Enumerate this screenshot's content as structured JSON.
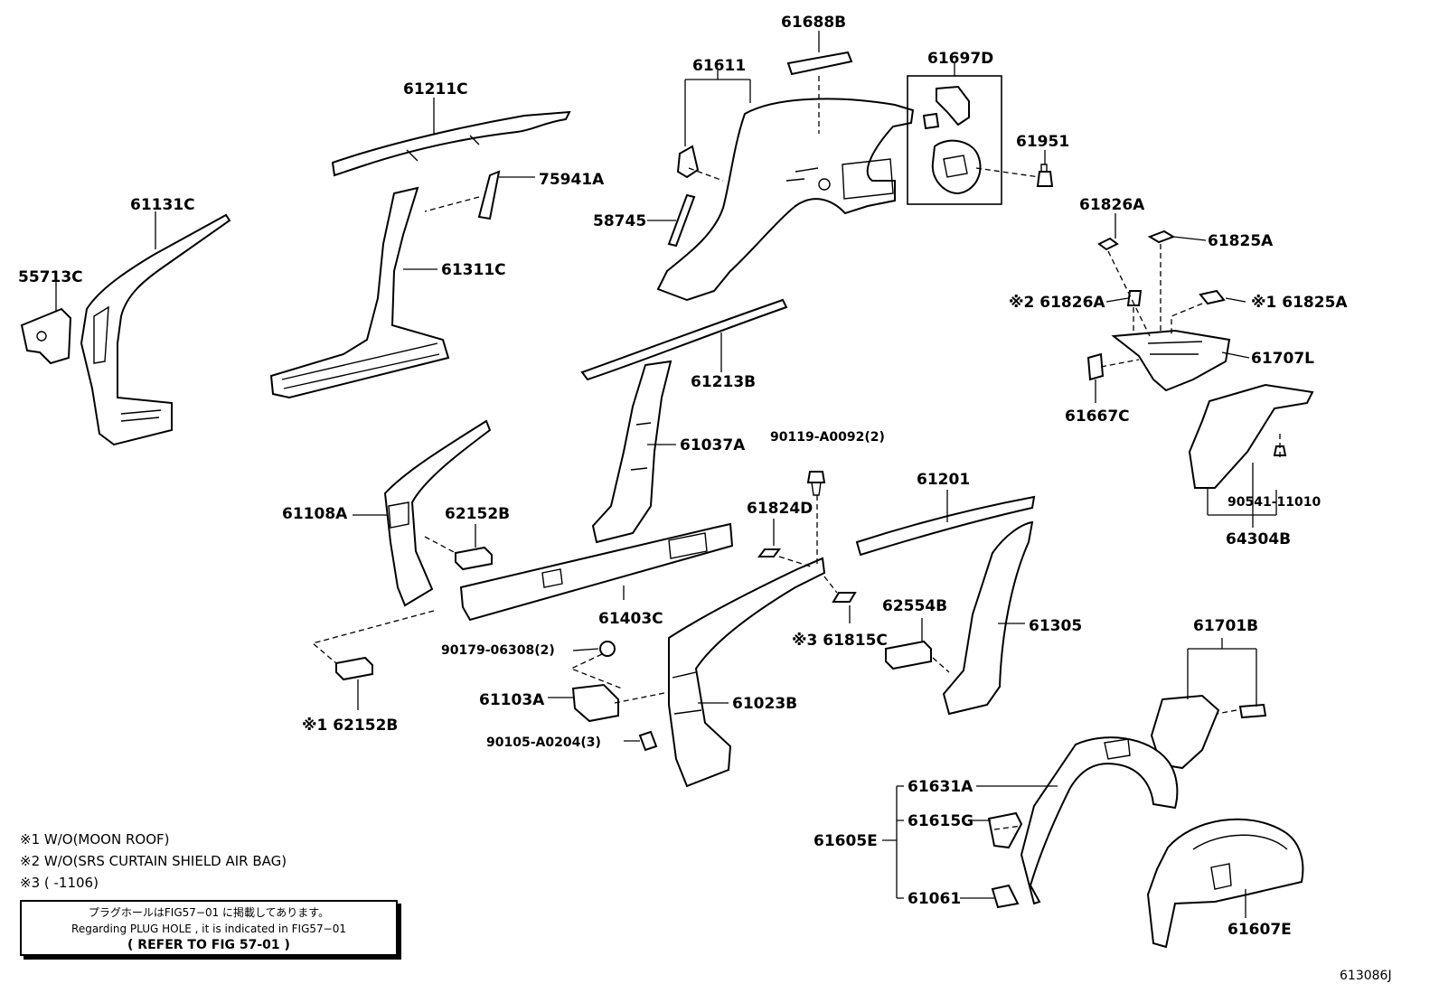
{
  "figure_code": "613086J",
  "part_labels": {
    "p61688B": "61688B",
    "p61611": "61611",
    "p61697D": "61697D",
    "p61211C": "61211C",
    "p75941A": "75941A",
    "p61951": "61951",
    "p61131C": "61131C",
    "p58745": "58745",
    "p61826A_top": "61826A",
    "p61825A_top": "61825A",
    "p55713C": "55713C",
    "p61311C": "61311C",
    "p61826A_2": "※2 61826A",
    "p61825A_1": "※1 61825A",
    "p61707L": "61707L",
    "p61213B": "61213B",
    "p61667C": "61667C",
    "p61037A": "61037A",
    "p90119": "90119-A0092(2)",
    "p61201": "61201",
    "p90541": "90541-11010",
    "p61108A": "61108A",
    "p62152B": "62152B",
    "p61824D": "61824D",
    "p64304B": "64304B",
    "p61403C": "61403C",
    "p62554B": "62554B",
    "p61305": "61305",
    "p61701B": "61701B",
    "p90179": "90179-06308(2)",
    "p61815C": "※3 61815C",
    "p61103A": "61103A",
    "p61023B": "61023B",
    "p62152B_1": "※1 62152B",
    "p90105": "90105-A0204(3)",
    "p61631A": "61631A",
    "p61615G": "61615G",
    "p61605E": "61605E",
    "p61061": "61061",
    "p61607E": "61607E"
  },
  "footnotes": {
    "n1": "※1 W/O(MOON ROOF)",
    "n2": "※2 W/O(SRS CURTAIN SHIELD AIR BAG)",
    "n3": "※3 (       -1106)"
  },
  "reference_box": {
    "line1": "プラグホールはFIG57−01 に掲載してあります。",
    "line2": "Regarding  PLUG HOLE , it is indicated in  FIG57−01",
    "line3": "( REFER TO FIG 57-01 )"
  }
}
